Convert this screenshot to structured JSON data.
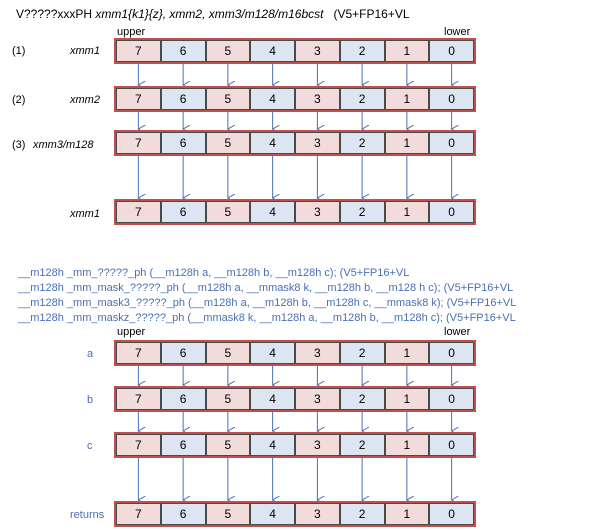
{
  "title": {
    "mnemonic": "V?????xxxPH ",
    "operands": "xmm1{k1}{z}, xmm2, xmm3/m128/m16bcst",
    "tag": "(V5+FP16+VL"
  },
  "diagram1": {
    "upper": "upper",
    "lower": "lower",
    "rows": [
      {
        "num": "(1)",
        "label": "xmm1"
      },
      {
        "num": "(2)",
        "label": "xmm2"
      },
      {
        "num": "(3)",
        "label": "xmm3/m128"
      },
      {
        "num": "",
        "label": "xmm1"
      }
    ]
  },
  "prototypes": [
    "__m128h   _mm_?????_ph  (__m128h  a, __m128h  b, __m128h  c);   (V5+FP16+VL",
    "__m128h   _mm_mask_?????_ph  (__m128h  a,  __mmask8  k,  __m128h b,  __m128 h c);   (V5+FP16+VL",
    "__m128h   _mm_mask3_?????_ph  (__m128h  a,  __m128h  b,  __m128h  c,  __mmask8 k);   (V5+FP16+VL",
    "__m128h   _mm_maskz_?????_ph  (__mmask8 k,  __m128h  a,  __m128h  b,  __m128h  c);   (V5+FP16+VL"
  ],
  "diagram2": {
    "upper": "upper",
    "lower": "lower",
    "rows": [
      {
        "label": "a"
      },
      {
        "label": "b"
      },
      {
        "label": "c"
      },
      {
        "label": "returns"
      }
    ]
  },
  "lanes": [
    "7",
    "6",
    "5",
    "4",
    "3",
    "2",
    "1",
    "0"
  ],
  "colors": {
    "pink": "#f2dcdb",
    "light_blue": "#dce6f2",
    "register_border": "#c0504d",
    "arrow": "#4a6fb5",
    "text_blue": "#4a6fb5"
  }
}
